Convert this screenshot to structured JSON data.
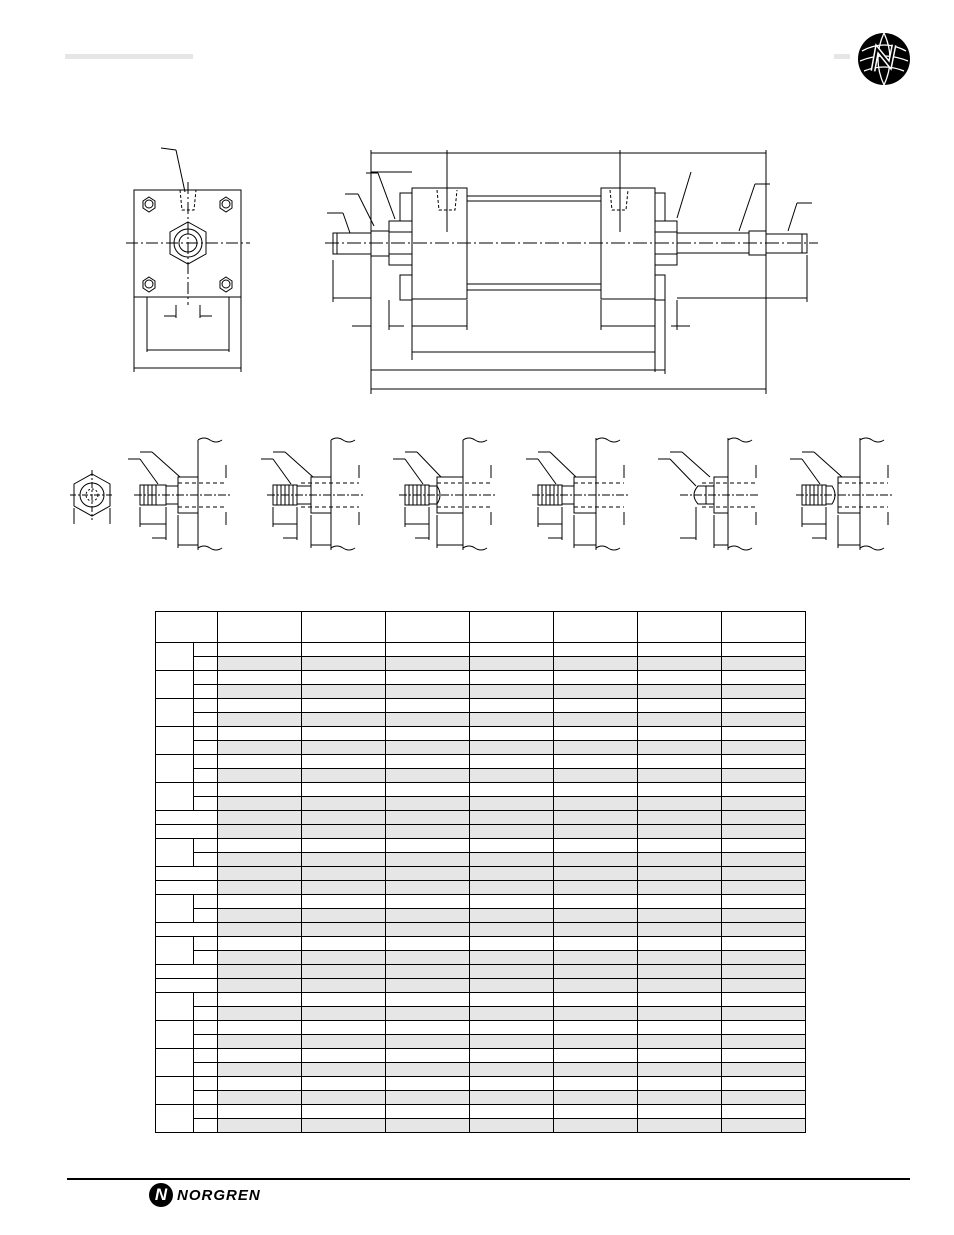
{
  "brand": {
    "name": "NORGREN",
    "mark": "N"
  },
  "icons": {
    "globe": "norgren-globe-logo",
    "footer": "norgren-logo-icon"
  },
  "colors": {
    "shade": "#e6e6e6",
    "line": "#000000"
  },
  "table": {
    "value_columns": 7,
    "groups": [
      {
        "kind": "pair"
      },
      {
        "kind": "pair"
      },
      {
        "kind": "pair"
      },
      {
        "kind": "pair"
      },
      {
        "kind": "pair"
      },
      {
        "kind": "pair"
      },
      {
        "kind": "single"
      },
      {
        "kind": "single"
      },
      {
        "kind": "pair"
      },
      {
        "kind": "single"
      },
      {
        "kind": "single"
      },
      {
        "kind": "pair"
      },
      {
        "kind": "single"
      },
      {
        "kind": "pair"
      },
      {
        "kind": "single"
      },
      {
        "kind": "single"
      },
      {
        "kind": "pair"
      },
      {
        "kind": "pair"
      },
      {
        "kind": "pair"
      },
      {
        "kind": "pair"
      },
      {
        "kind": "pair"
      }
    ]
  }
}
